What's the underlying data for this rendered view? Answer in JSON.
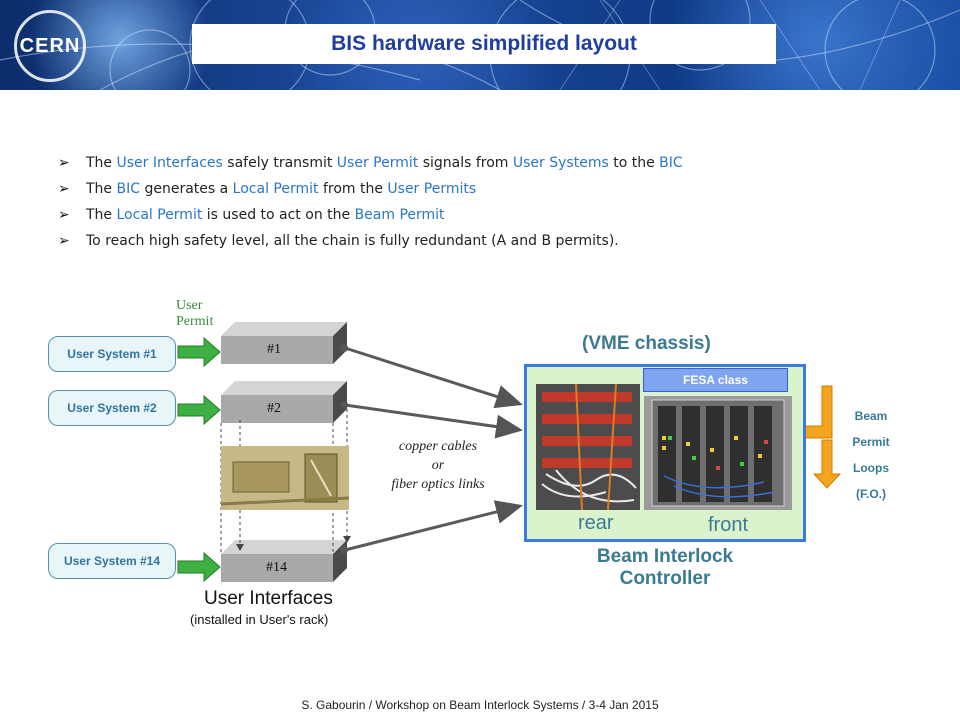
{
  "header": {
    "logo_text": "CERN",
    "title": "BIS hardware simplified layout"
  },
  "bullets": [
    [
      {
        "t": "The ",
        "hl": false
      },
      {
        "t": "User Interfaces",
        "hl": true
      },
      {
        "t": " safely transmit ",
        "hl": false
      },
      {
        "t": "User Permit",
        "hl": true
      },
      {
        "t": " signals from ",
        "hl": false
      },
      {
        "t": "User Systems",
        "hl": true
      },
      {
        "t": " to the ",
        "hl": false
      },
      {
        "t": "BIC",
        "hl": true
      }
    ],
    [
      {
        "t": "The ",
        "hl": false
      },
      {
        "t": "BIC",
        "hl": true
      },
      {
        "t": " generates a ",
        "hl": false
      },
      {
        "t": "Local Permit",
        "hl": true
      },
      {
        "t": " from the ",
        "hl": false
      },
      {
        "t": "User Permits",
        "hl": true
      }
    ],
    [
      {
        "t": "The ",
        "hl": false
      },
      {
        "t": "Local Permit",
        "hl": true
      },
      {
        "t": " is used to act on the ",
        "hl": false
      },
      {
        "t": "Beam Permit",
        "hl": true
      }
    ],
    [
      {
        "t": "To reach high safety level, all the chain is fully redundant (A and B permits).",
        "hl": false
      }
    ]
  ],
  "diagram": {
    "user_permit_line1": "User",
    "user_permit_line2": "Permit",
    "user_systems": [
      "User System #1",
      "User System #2",
      "User System #14"
    ],
    "interfaces": [
      "#1",
      "#2",
      "#14"
    ],
    "interfaces_title": "User Interfaces",
    "interfaces_note": "(installed in User's rack)",
    "links_line1": "copper cables",
    "links_line2": "or",
    "links_line3": "fiber optics links",
    "vme_label": "(VME chassis)",
    "fesa_label": "FESA class",
    "rear_label": "rear",
    "front_label": "front",
    "bic_line1": "Beam Interlock",
    "bic_line2": "Controller",
    "loops_line1": "Beam",
    "loops_line2": "Permit",
    "loops_line3": "Loops",
    "loops_line4": "(F.O.)"
  },
  "footer": {
    "text": "S. Gabourin / Workshop on Beam Interlock Systems / 3-4 Jan 2015"
  },
  "colors": {
    "title": "#1f3e9e",
    "highlight": "#2a76c8",
    "vme_border": "#3b7be0",
    "vme_fill": "#dbf3cc",
    "bic_text": "#3a7a93",
    "green_arrow": "#3cb043",
    "orange_arrow": "#f2a51d"
  }
}
